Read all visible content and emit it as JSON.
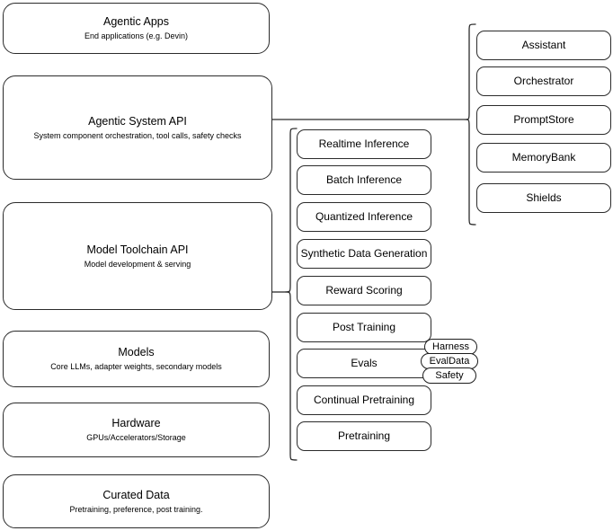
{
  "diagram": {
    "title": "Agentic AI stack layers",
    "stroke_color": "#2b2b2b",
    "background_color": "#ffffff",
    "text_color": "#000000"
  },
  "layers": [
    {
      "title": "Agentic Apps",
      "subtitle": "End applications (e.g. Devin)"
    },
    {
      "title": "Agentic System API",
      "subtitle": "System component orchestration, tool calls, safety checks"
    },
    {
      "title": "Model Toolchain API",
      "subtitle": "Model development & serving"
    },
    {
      "title": "Models",
      "subtitle": "Core LLMs, adapter weights, secondary models"
    },
    {
      "title": "Hardware",
      "subtitle": "GPUs/Accelerators/Storage"
    },
    {
      "title": "Curated Data",
      "subtitle": "Pretraining, preference, post training."
    }
  ],
  "agentic_system_components": [
    {
      "label": "Assistant"
    },
    {
      "label": "Orchestrator"
    },
    {
      "label": "PromptStore"
    },
    {
      "label": "MemoryBank"
    },
    {
      "label": "Shields"
    }
  ],
  "model_toolchain_components": [
    {
      "label": "Realtime Inference"
    },
    {
      "label": "Batch Inference"
    },
    {
      "label": "Quantized Inference"
    },
    {
      "label": "Synthetic Data Generation"
    },
    {
      "label": "Reward Scoring"
    },
    {
      "label": "Post Training"
    },
    {
      "label": "Evals"
    },
    {
      "label": "Continual Pretraining"
    },
    {
      "label": "Pretraining"
    }
  ],
  "evals_tags": [
    {
      "label": "Harness"
    },
    {
      "label": "EvalData"
    },
    {
      "label": "Safety"
    }
  ]
}
